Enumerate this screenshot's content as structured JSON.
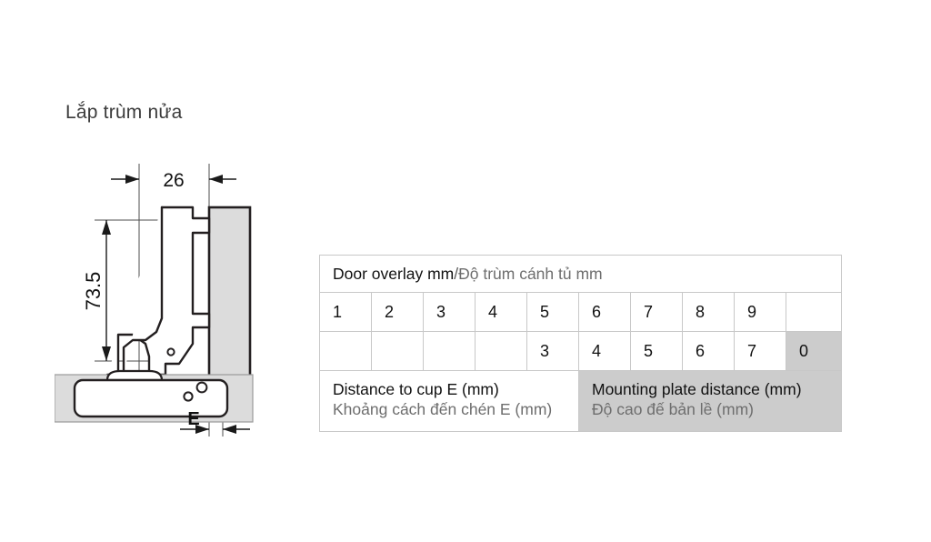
{
  "title": "Lắp trùm nửa",
  "drawing": {
    "dim_horizontal": "26",
    "dim_vertical": "73.5",
    "dim_e": "E",
    "colors": {
      "panel_fill": "#dcdcdc",
      "outline": "#231f20",
      "thin_line": "#4d4d4d"
    },
    "parts": {
      "door_panel": "door-panel",
      "hinge_arm": "hinge-arm",
      "cabinet_side": "cabinet-side-panel",
      "hinge_cup": "hinge-cup",
      "mounting_plate": "mounting-plate"
    }
  },
  "table": {
    "header": {
      "english": "Door overlay mm",
      "separator": "/",
      "vietnamese": "Độ trùm cánh tủ mm"
    },
    "overlay_row": [
      "1",
      "2",
      "3",
      "4",
      "5",
      "6",
      "7",
      "8",
      "9",
      ""
    ],
    "distance_row": [
      "",
      "",
      "",
      "",
      "3",
      "4",
      "5",
      "6",
      "7",
      "0"
    ],
    "shaded_value_index": 9,
    "labels": {
      "left_en": "Distance to cup E (mm)",
      "left_vi": "Khoảng cách đến chén E (mm)",
      "right_en": "Mounting plate distance (mm)",
      "right_vi": "Độ cao đế bản lề (mm)"
    },
    "colors": {
      "shade": "#cccccc",
      "border": "#c8c8c8",
      "text_primary": "#111111",
      "text_secondary": "#6e6e6e"
    }
  }
}
